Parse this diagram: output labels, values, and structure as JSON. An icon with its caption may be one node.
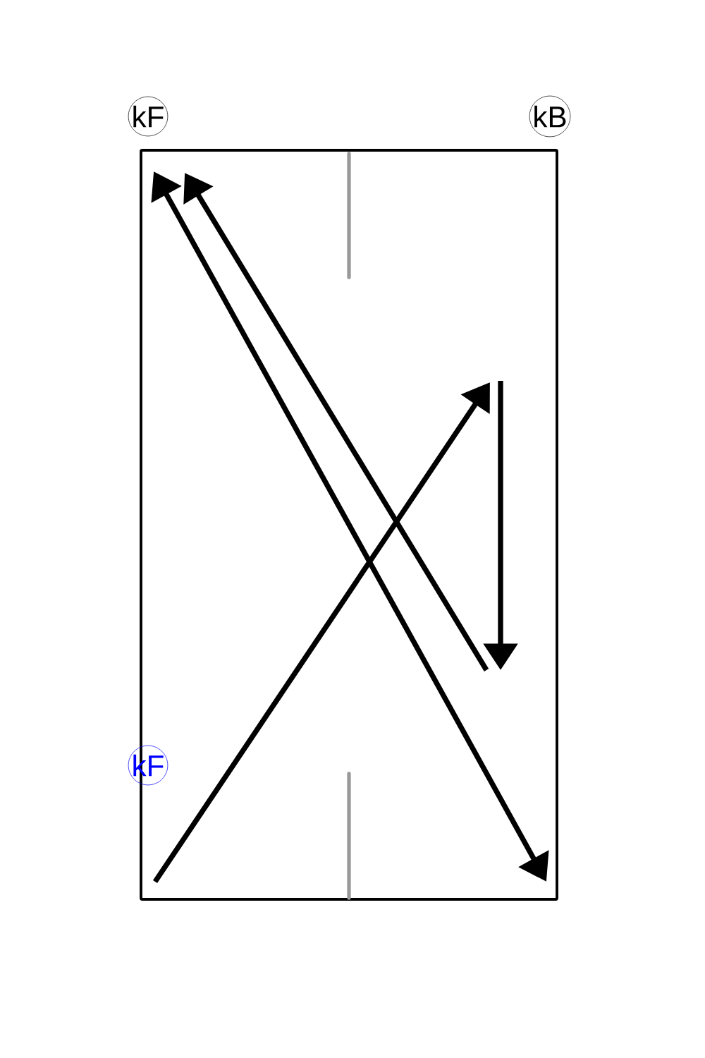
{
  "diagram": {
    "nodes": [
      {
        "text": [
          "kF"
        ]
      },
      {
        "text": [
          "kB"
        ]
      },
      {
        "text": [
          "kF"
        ]
      }
    ]
  }
}
